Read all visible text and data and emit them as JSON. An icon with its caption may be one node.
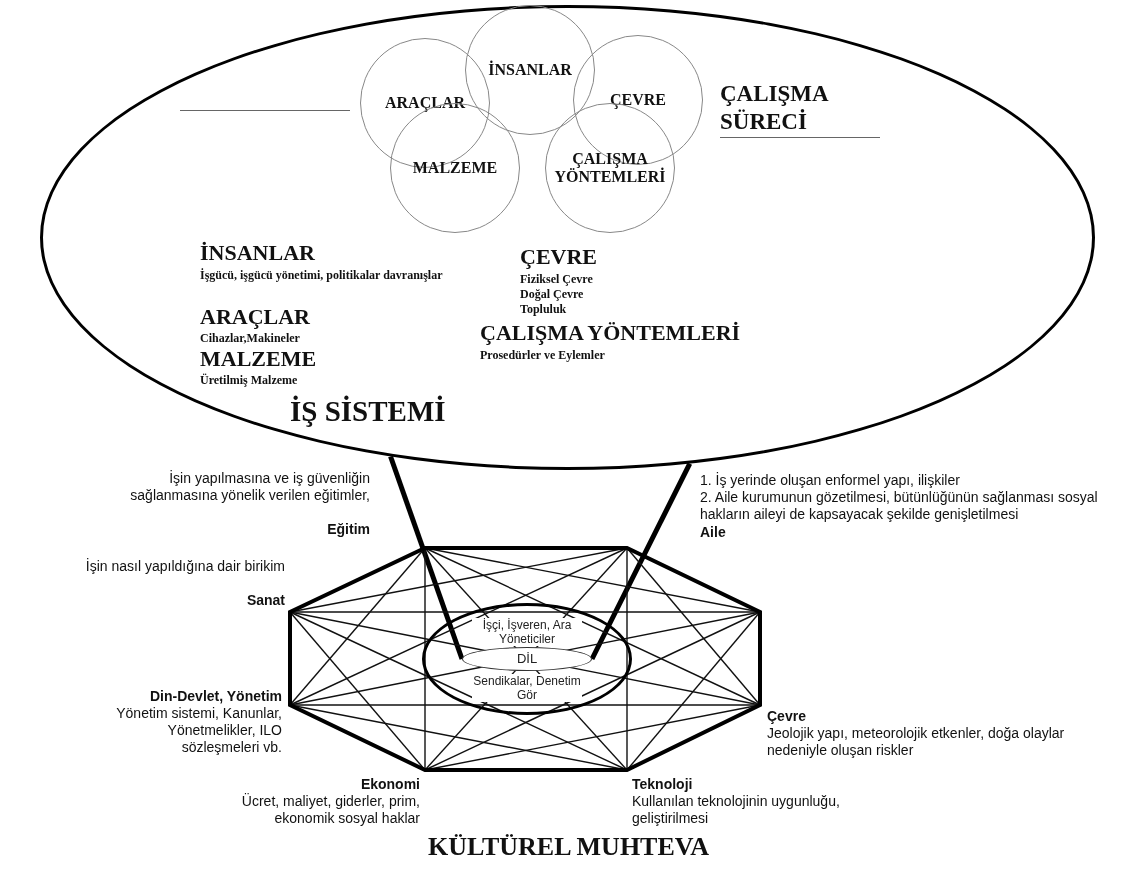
{
  "diagram": {
    "caption": "KÜLTÜREL MUHTEVA",
    "nodes": [
      {
        "text": [
          "İŞ SİSTEMİ"
        ]
      },
      {
        "text": [
          "İNSANLAR"
        ],
        "in": 0
      },
      {
        "text": [
          "ARAÇLAR"
        ],
        "in": 0
      },
      {
        "text": [
          "ÇEVRE"
        ],
        "in": 0
      },
      {
        "text": [
          "MALZEME"
        ],
        "in": 0
      },
      {
        "text": [
          "ÇALIŞMA YÖNTEMLERİ"
        ],
        "in": 0
      },
      {
        "text": [],
        "shape": "octagon"
      },
      {
        "text": [
          "İşçi, İşveren, Ara Yöneticiler",
          "Sendikalar, Denetim Gör"
        ],
        "in": 6
      },
      {
        "text": [
          "DİL"
        ],
        "in": 7
      }
    ],
    "edges": [
      {
        "from": 0,
        "to": 8,
        "arrow": "none"
      },
      {
        "from": 0,
        "to": 8,
        "arrow": "none"
      }
    ],
    "labels": [
      "ÇALIŞMA SÜRECİ",
      "İNSANLAR",
      "İşgücü, işgücü yönetimi, politikalar davranışlar",
      "ÇEVRE",
      "Fiziksel Çevre",
      "Doğal Çevre",
      "Topluluk",
      "ARAÇLAR",
      "Cihazlar,Makineler",
      "ÇALIŞMA  YÖNTEMLERİ",
      "Prosedürler ve Eylemler",
      "MALZEME",
      "Üretilmiş Malzeme",
      "İşin yapılmasına ve iş güvenliğin sağlanmasına yönelik verilen eğitimler,",
      "Eğitim",
      "1. İş yerinde oluşan enformel yapı, ilişkiler",
      "2. Aile kurumunun gözetilmesi, bütünlüğünün sağlanması sosyal hakların aileyi de kapsayacak şekilde genişletilmesi",
      "Aile",
      "İşin nasıl yapıldığına dair birikim",
      "Sanat",
      "Din-Devlet, Yönetim",
      "Yönetim sistemi, Kanunlar, Yönetmelikler, ILO sözleşmeleri vb.",
      "Çevre",
      "Jeolojik yapı, meteorolojik etkenler, doğa olaylar nedeniyle oluşan riskler",
      "Ekonomi",
      "Ücret, maliyet, giderler, prim, ekonomik sosyal haklar",
      "Teknoloji",
      "Kullanılan teknolojinin uygunluğu, geliştirilmesi"
    ]
  }
}
